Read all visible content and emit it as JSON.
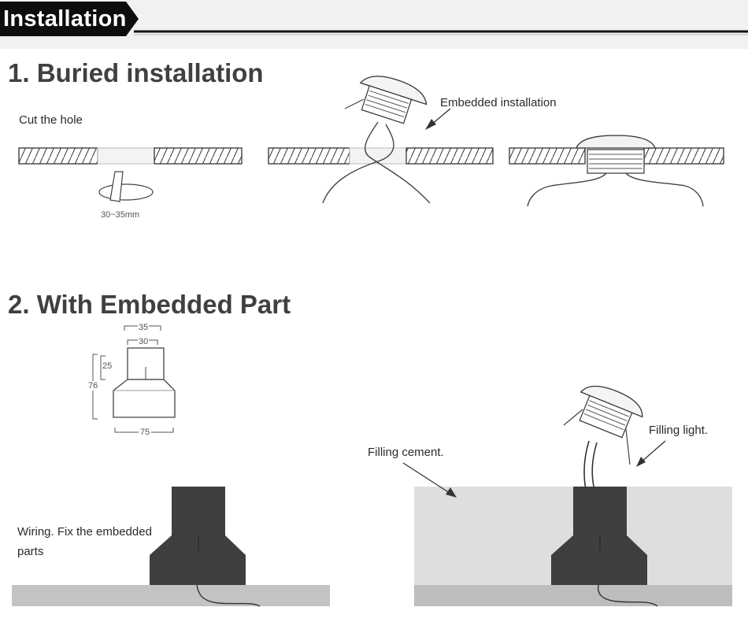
{
  "header": {
    "title": "Installation"
  },
  "section1": {
    "title": "1. Buried installation",
    "cut_label": "Cut the hole",
    "hole_size": "30~35mm",
    "embedded_label": "Embedded installation"
  },
  "section2": {
    "title": "2. With Embedded Part",
    "dims": {
      "top_outer": "35",
      "top_inner": "30",
      "neck": "25",
      "height": "76",
      "base": "75"
    },
    "wiring_label_line1": "Wiring. Fix the embedded",
    "wiring_label_line2": "parts",
    "cement_label": "Filling cement.",
    "light_label": "Filling light."
  }
}
